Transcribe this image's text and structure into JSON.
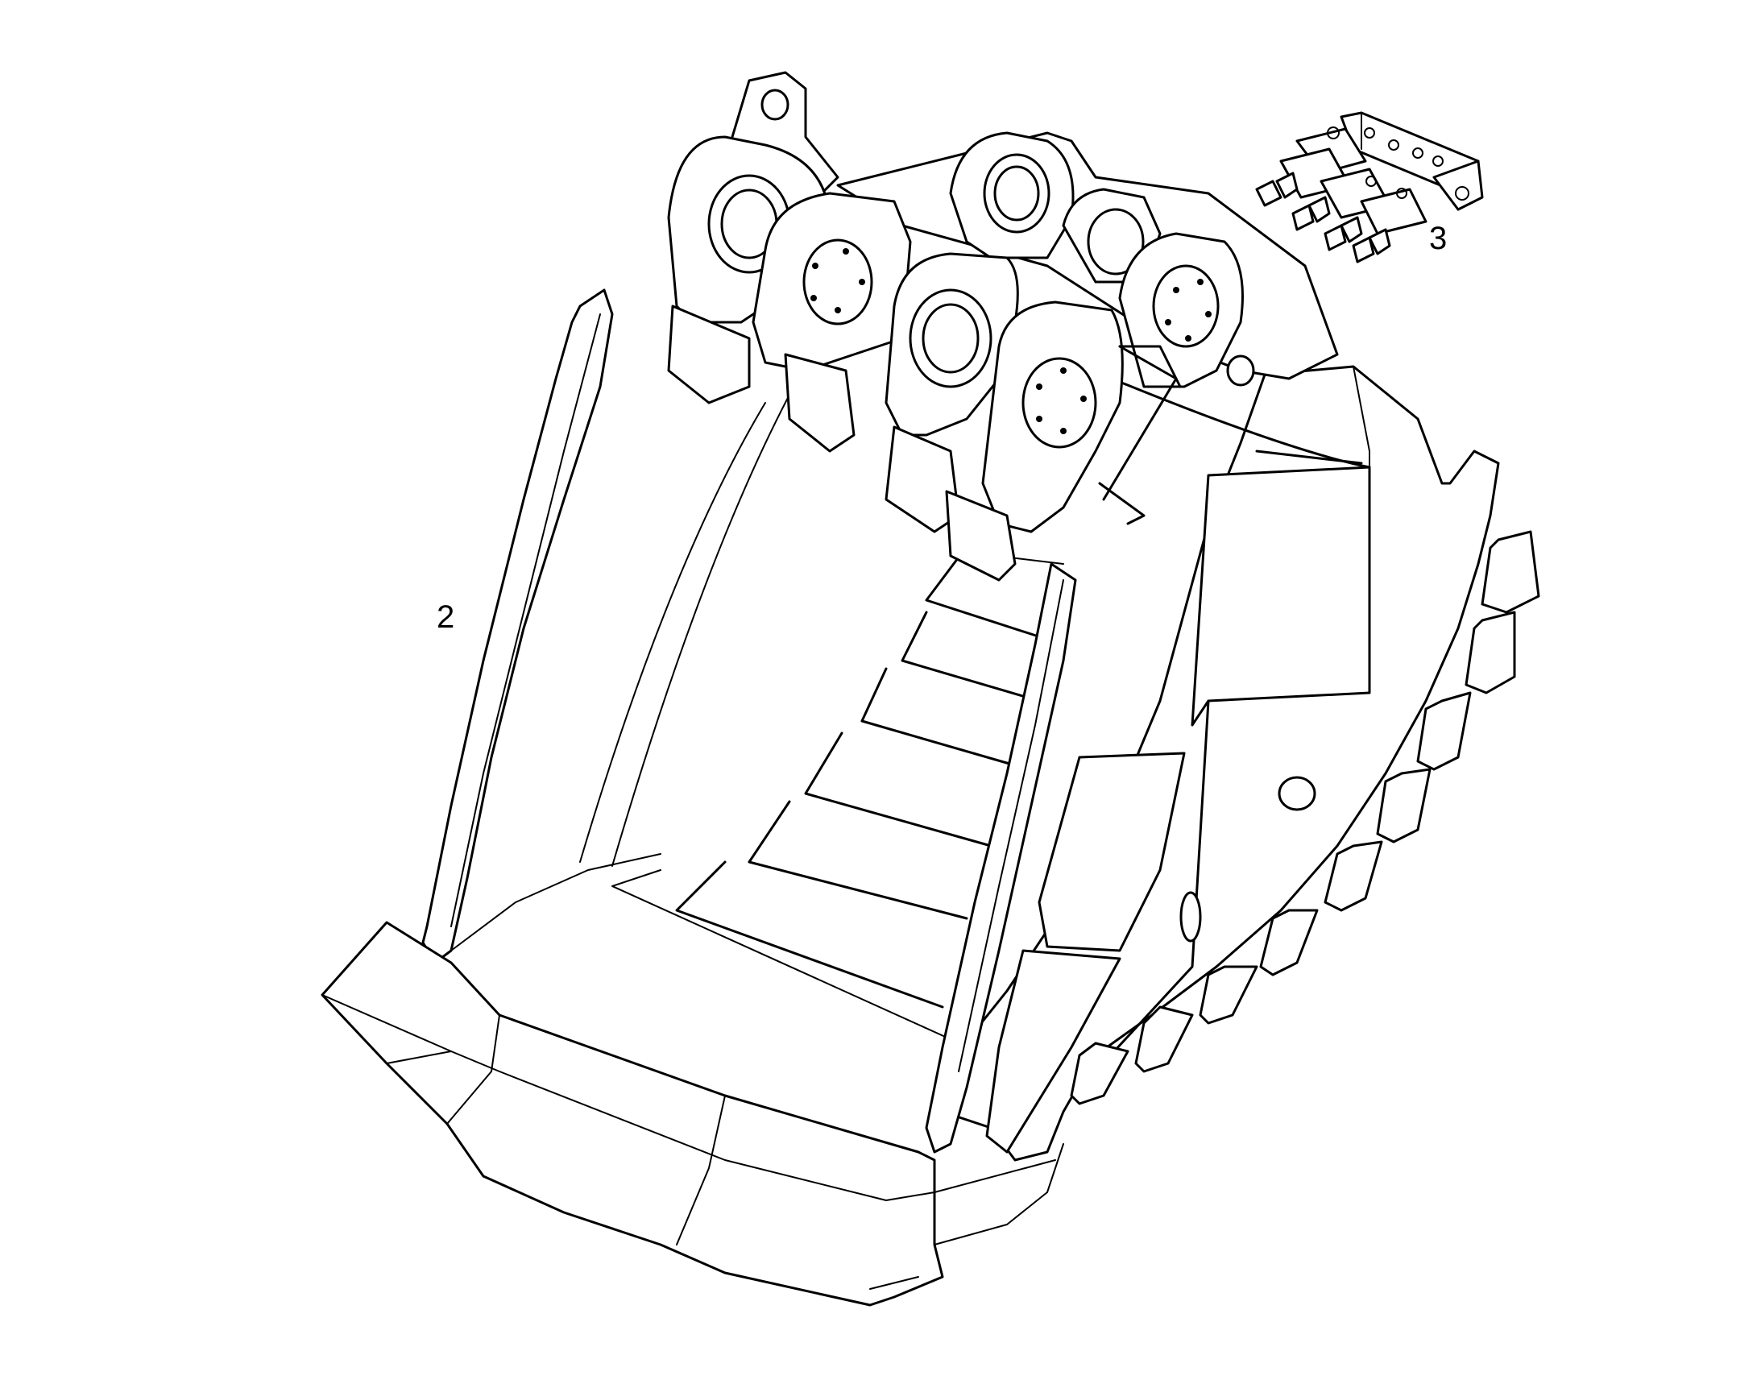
{
  "figure": {
    "callouts": [
      {
        "id": "2",
        "label": "2",
        "refers_to": "bucket"
      },
      {
        "id": "3",
        "label": "3",
        "refers_to": "grease-distributor-block"
      }
    ]
  },
  "colors": {
    "line": "#000000",
    "background": "#ffffff"
  }
}
